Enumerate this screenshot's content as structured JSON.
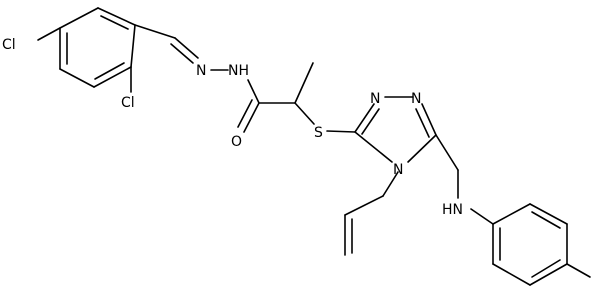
{
  "molecule": {
    "atoms": {
      "cl_4": "Cl",
      "cl_2": "Cl",
      "imine_n": "N",
      "hydrazide_nh": "NH",
      "carbonyl_o": "O",
      "sulfur": "S",
      "triazole_n1": "N",
      "triazole_n2": "N",
      "triazole_n4": "N",
      "amine_nh": "HN"
    }
  }
}
